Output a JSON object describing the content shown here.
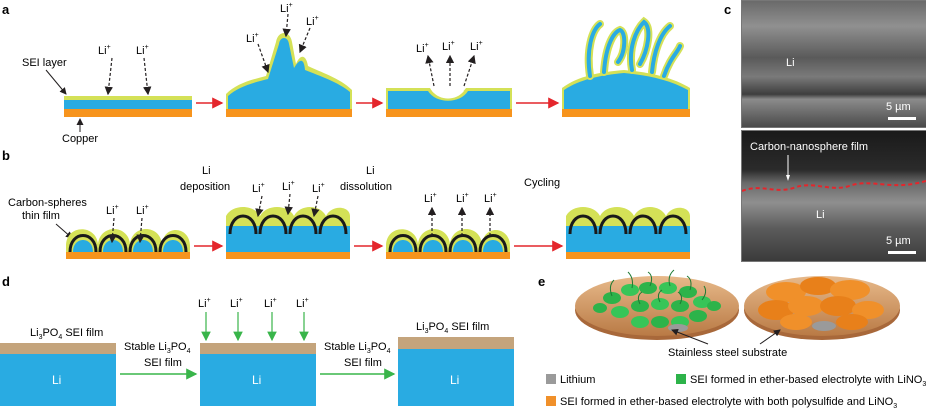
{
  "panels": {
    "a": "a",
    "b": "b",
    "c": "c",
    "d": "d",
    "e": "e"
  },
  "panel_a": {
    "li_ion": "Li",
    "plus": "+",
    "sei_layer": "SEI layer",
    "copper": "Copper"
  },
  "panel_b": {
    "carbon_spheres_line1": "Carbon-spheres",
    "carbon_spheres_line2": "thin film",
    "li_ion": "Li",
    "plus": "+",
    "deposition_line1": "Li",
    "deposition_line2": "deposition",
    "dissolution_line1": "Li",
    "dissolution_line2": "dissolution",
    "cycling": "Cycling"
  },
  "panel_c": {
    "top_label": "Li",
    "top_scale": "5 µm",
    "bottom_caption": "Carbon-nanosphere film",
    "bottom_label": "Li",
    "bottom_scale": "5 µm"
  },
  "panel_d": {
    "film_left": "Li3PO4 SEI film",
    "film_right": "Li3PO4 SEI film",
    "li_block": "Li",
    "li_ion": "Li",
    "plus": "+",
    "arrow_label_line1": "Stable Li3PO4",
    "arrow_label_line2": "SEI film"
  },
  "panel_e": {
    "substrate": "Stainless steel substrate",
    "legend": [
      {
        "label": "Lithium",
        "color": "#9a9a9a"
      },
      {
        "label": "SEI formed in ether-based electrolyte with LiNO3",
        "color": "#2db34a"
      },
      {
        "label": "SEI formed in ether-based electrolyte with both polysulfide and LiNO3",
        "color": "#f0902a"
      }
    ]
  },
  "colors": {
    "lithium_blue": "#29abe2",
    "sei_yellow": "#d4e157",
    "copper_orange": "#f7941d",
    "arrow_red": "#e4262c",
    "arrow_green": "#39b54a",
    "carbon_black": "#1a1a1a",
    "li3po4_tan": "#c4a47c"
  }
}
